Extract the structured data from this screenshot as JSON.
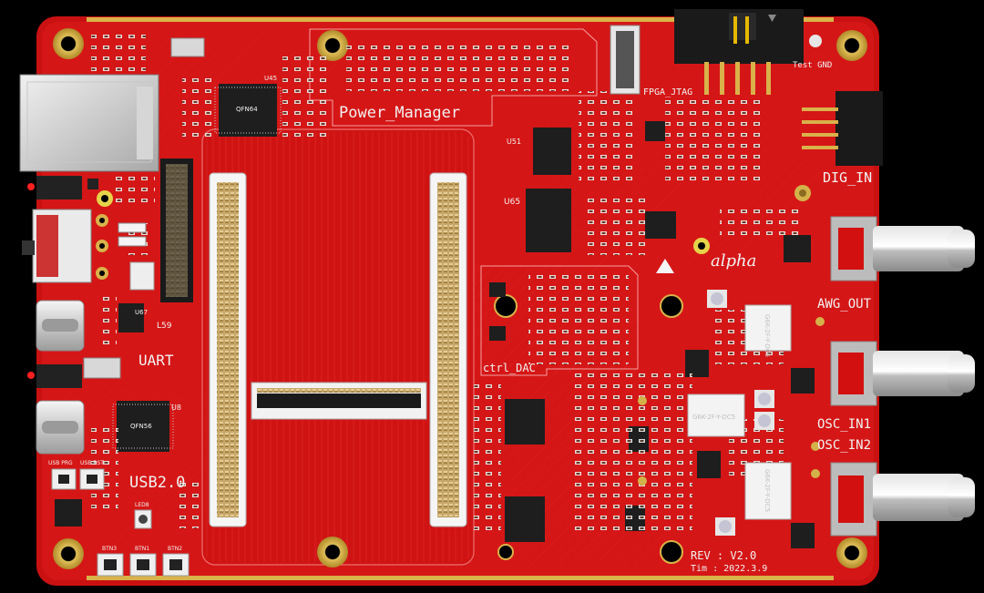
{
  "board": {
    "labels": {
      "power_manager": "Power_Manager",
      "fpga_jtag": "FPGA_JTAG",
      "test_gnd": "Test GND",
      "dig_in": "DIG_IN",
      "awg_out": "AWG_OUT",
      "osc_in1": "OSC_IN1",
      "osc_in2": "OSC_IN2",
      "uart": "UART",
      "usb2": "USB2.0",
      "ctrl_dac": "ctrl_DAC",
      "logo": "alpha",
      "rev": "REV : V2.0",
      "tim": "Tim : 2022.3.9"
    },
    "chips": {
      "qfn64": "QFN64",
      "qfn56": "QFN56",
      "u45": "U45",
      "u51": "U51",
      "u65": "U65",
      "u67": "U67",
      "u8": "U8",
      "l59": "L59"
    },
    "buttons": {
      "usb_prg": "USB PRG",
      "usb_rst": "USB RST",
      "btn3": "BTN3",
      "btn1": "BTN1",
      "btn2": "BTN2",
      "led8": "LED8"
    },
    "relays": {
      "relay1": "G6K-2F-Y-DC5",
      "relay2": "G6K-2F-Y-DC5",
      "relay3": "G6K-2F-Y-DC5"
    },
    "colors": {
      "board": "#d21313",
      "trace": "#ef3030",
      "silk": "#f2f2f2",
      "gold": "#d9b24a",
      "chip": "#1e1e1e",
      "background": "#000000"
    }
  }
}
